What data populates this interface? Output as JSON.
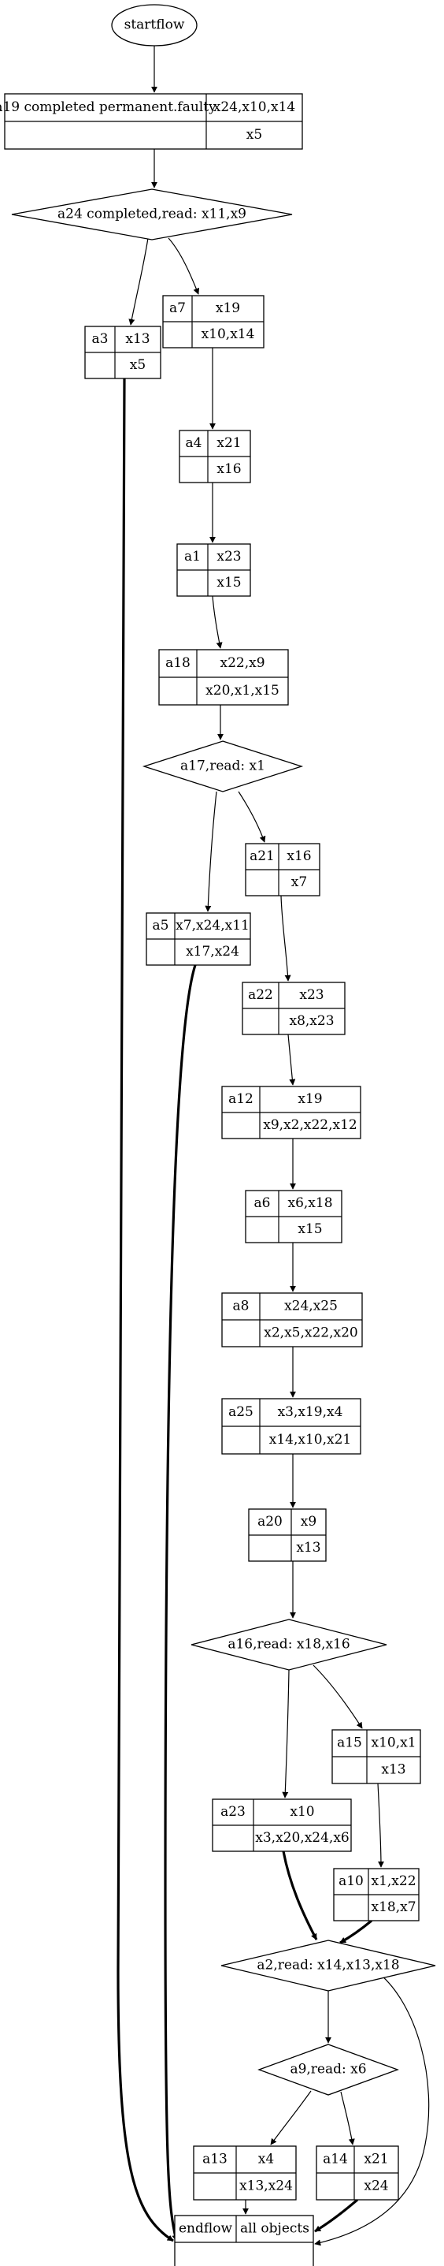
{
  "colors": {
    "stroke": "#000000",
    "background": "#ffffff",
    "text": "#000000"
  },
  "nodes": {
    "startflow": {
      "label": "startflow"
    },
    "a19": {
      "name": "a19 completed permanent.faulty",
      "vars": "x24,x10,x14",
      "out": "x5"
    },
    "a24": {
      "label": "a24 completed,read: x11,x9"
    },
    "a7": {
      "name": "a7",
      "vars": "x19",
      "out": "x10,x14"
    },
    "a3": {
      "name": "a3",
      "vars": "x13",
      "out": "x5"
    },
    "a4": {
      "name": "a4",
      "vars": "x21",
      "out": "x16"
    },
    "a1": {
      "name": "a1",
      "vars": "x23",
      "out": "x15"
    },
    "a18": {
      "name": "a18",
      "vars": "x22,x9",
      "out": "x20,x1,x15"
    },
    "a17": {
      "label": "a17,read: x1"
    },
    "a21": {
      "name": "a21",
      "vars": "x16",
      "out": "x7"
    },
    "a5": {
      "name": "a5",
      "vars": "x7,x24,x11",
      "out": "x17,x24"
    },
    "a22": {
      "name": "a22",
      "vars": "x23",
      "out": "x8,x23"
    },
    "a12": {
      "name": "a12",
      "vars": "x19",
      "out": "x9,x2,x22,x12"
    },
    "a6": {
      "name": "a6",
      "vars": "x6,x18",
      "out": "x15"
    },
    "a8": {
      "name": "a8",
      "vars": "x24,x25",
      "out": "x2,x5,x22,x20"
    },
    "a25": {
      "name": "a25",
      "vars": "x3,x19,x4",
      "out": "x14,x10,x21"
    },
    "a20": {
      "name": "a20",
      "vars": "x9",
      "out": "x13"
    },
    "a16": {
      "label": "a16,read: x18,x16"
    },
    "a15": {
      "name": "a15",
      "vars": "x10,x1",
      "out": "x13"
    },
    "a23": {
      "name": "a23",
      "vars": "x10",
      "out": "x3,x20,x24,x6"
    },
    "a10": {
      "name": "a10",
      "vars": "x1,x22",
      "out": "x18,x7"
    },
    "a2": {
      "label": "a2,read: x14,x13,x18"
    },
    "a9": {
      "label": "a9,read: x6"
    },
    "a13": {
      "name": "a13",
      "vars": "x4",
      "out": "x13,x24"
    },
    "a14": {
      "name": "a14",
      "vars": "x21",
      "out": "x24"
    },
    "endflow": {
      "name": "endflow",
      "vars": "all objects"
    }
  },
  "edges": [
    {
      "from": "startflow",
      "to": "a19",
      "bold": false
    },
    {
      "from": "a19",
      "to": "a24",
      "bold": false
    },
    {
      "from": "a24",
      "to": "a7",
      "bold": false
    },
    {
      "from": "a24",
      "to": "a3",
      "bold": false
    },
    {
      "from": "a7",
      "to": "a4",
      "bold": false
    },
    {
      "from": "a4",
      "to": "a1",
      "bold": false
    },
    {
      "from": "a1",
      "to": "a18",
      "bold": false
    },
    {
      "from": "a18",
      "to": "a17",
      "bold": false
    },
    {
      "from": "a17",
      "to": "a21",
      "bold": false
    },
    {
      "from": "a17",
      "to": "a5",
      "bold": false
    },
    {
      "from": "a21",
      "to": "a22",
      "bold": false
    },
    {
      "from": "a22",
      "to": "a12",
      "bold": false
    },
    {
      "from": "a12",
      "to": "a6",
      "bold": false
    },
    {
      "from": "a6",
      "to": "a8",
      "bold": false
    },
    {
      "from": "a8",
      "to": "a25",
      "bold": false
    },
    {
      "from": "a25",
      "to": "a20",
      "bold": false
    },
    {
      "from": "a20",
      "to": "a16",
      "bold": false
    },
    {
      "from": "a16",
      "to": "a15",
      "bold": false
    },
    {
      "from": "a16",
      "to": "a23",
      "bold": false
    },
    {
      "from": "a15",
      "to": "a10",
      "bold": false
    },
    {
      "from": "a23",
      "to": "a2",
      "bold": true
    },
    {
      "from": "a10",
      "to": "a2",
      "bold": true
    },
    {
      "from": "a2",
      "to": "a9",
      "bold": false
    },
    {
      "from": "a2",
      "to": "endflow",
      "bold": false
    },
    {
      "from": "a9",
      "to": "a13",
      "bold": false
    },
    {
      "from": "a9",
      "to": "a14",
      "bold": false
    },
    {
      "from": "a3",
      "to": "endflow",
      "bold": true
    },
    {
      "from": "a5",
      "to": "endflow",
      "bold": true
    },
    {
      "from": "a13",
      "to": "endflow",
      "bold": false
    },
    {
      "from": "a14",
      "to": "endflow",
      "bold": true
    }
  ]
}
